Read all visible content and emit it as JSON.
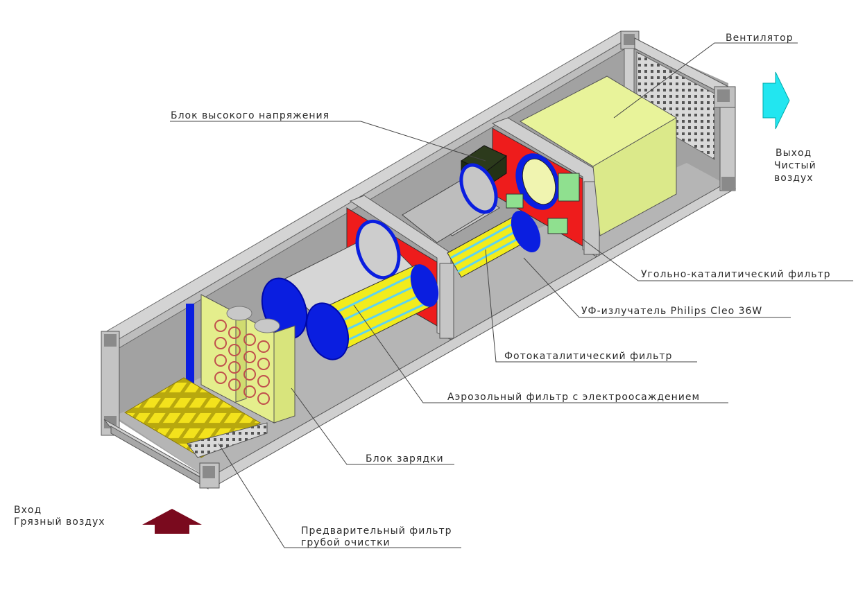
{
  "labels": {
    "fan": "Вентилятор",
    "hv_block": "Блок высокого напряжения",
    "carbon_filter": "Угольно-каталитический фильтр",
    "uv_lamp": "УФ-излучатель Philips Cleo 36W",
    "photocatalytic": "Фотокаталитический фильтр",
    "aerosol": "Аэрозольный фильтр с электроосаждением",
    "charging": "Блок зарядки",
    "prefilter_line1": "Предварительный фильтр",
    "prefilter_line2": "грубой очистки"
  },
  "inlet": {
    "line1": "Вход",
    "line2": "Грязный воздух"
  },
  "outlet": {
    "line1": "Выход",
    "line2": "Чистый",
    "line3": "воздух"
  },
  "colors": {
    "frame": "#c9c9c9",
    "frame_dark": "#8c8c8c",
    "interior": "#9e9e9e",
    "red_panel": "#ee1c1c",
    "fan_yellow": "#e2f08a",
    "blue": "#0a1ee0",
    "cylinder": "#d4d4d4",
    "outlet_arrow": "#22e6f0",
    "inlet_arrow": "#7a0a1e",
    "prefilter": "#f2e21a"
  }
}
